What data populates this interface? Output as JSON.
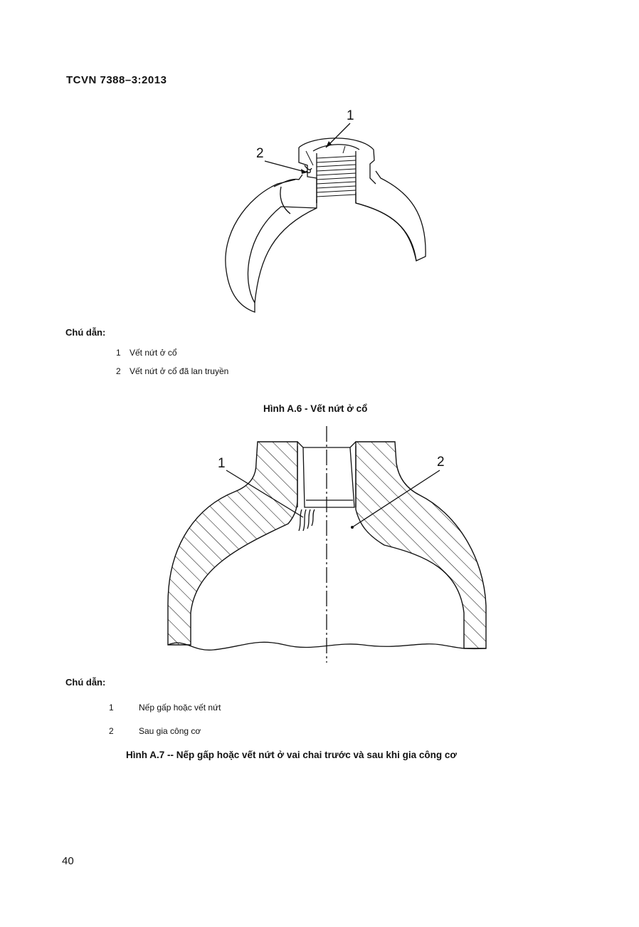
{
  "header": {
    "standard": "TCVN  7388–3:2013"
  },
  "figure_a6": {
    "callouts": [
      "1",
      "2"
    ],
    "legend_title": "Chú dẫn:",
    "legend": [
      {
        "num": "1",
        "text": "Vết nứt ở cổ"
      },
      {
        "num": "2",
        "text": "Vết nứt ở cổ đã lan truyền"
      }
    ],
    "caption": "Hình A.6 -  Vết nứt ở cổ"
  },
  "figure_a7": {
    "callouts": [
      "1",
      "2"
    ],
    "legend_title": "Chú dẫn:",
    "legend": [
      {
        "num": "1",
        "text": "Nếp gấp hoặc vết nứt"
      },
      {
        "num": "2",
        "text": "Sau gia công cơ"
      }
    ],
    "caption": "Hình A.7 --  Nếp gấp hoặc vết nứt ở vai chai trước và sau khi gia công cơ"
  },
  "footer": {
    "page_number": "40"
  }
}
